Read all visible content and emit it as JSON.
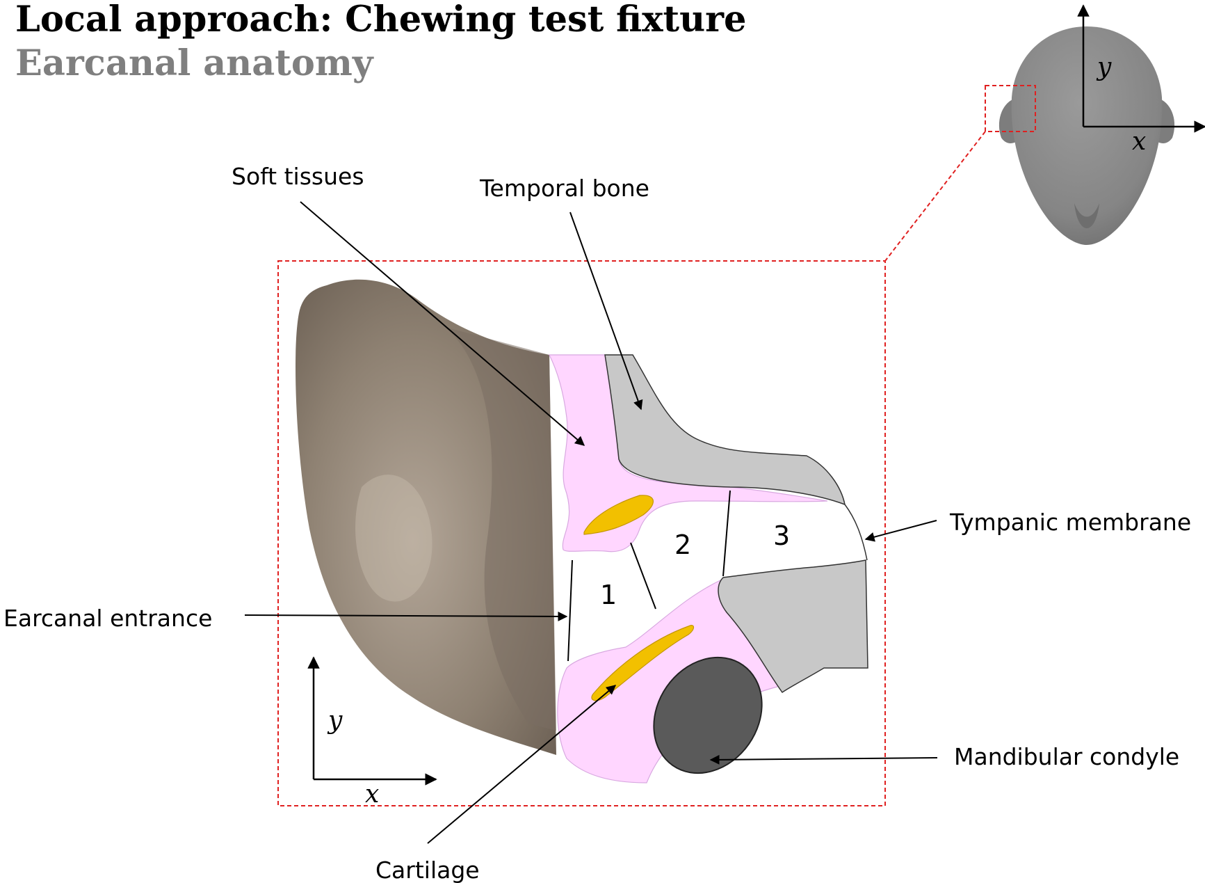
{
  "header": {
    "title": "Local approach: Chewing test fixture",
    "subtitle": "Earcanal anatomy"
  },
  "labels": {
    "soft_tissues": "Soft tissues",
    "temporal_bone": "Temporal bone",
    "tympanic_membrane": "Tympanic membrane",
    "earcanal_entrance": "Earcanal entrance",
    "mandibular_condyle": "Mandibular condyle",
    "cartilage": "Cartilage"
  },
  "regions": {
    "r1": "1",
    "r2": "2",
    "r3": "3"
  },
  "axes": {
    "main": {
      "x": "x",
      "y": "y"
    },
    "inset": {
      "x": "x",
      "y": "y"
    }
  },
  "colors": {
    "soft_tissue": "#ffd6ff",
    "cartilage": "#f2c000",
    "bone": "#c8c8c8",
    "condyle": "#5a5a5a",
    "pinna": "#8a7d6e",
    "head": "#8c8c8c",
    "highlight_box": "#e02020"
  }
}
